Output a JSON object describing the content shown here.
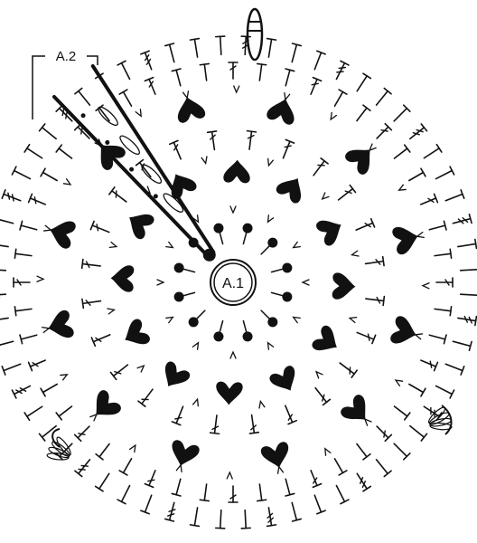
{
  "diagram": {
    "center_label": "A.1",
    "section_label": "A.2",
    "ink_color": "#111111",
    "background_color": "#ffffff",
    "symbols": {
      "center_ring": "magic-ring",
      "chain_stitch": "chain-stitch-v",
      "single_crochet": "single-crochet-t",
      "double_crochet": "double-crochet-cross",
      "petal": "heart-petal",
      "slip_stitch": "slip-stitch-dot",
      "puff": "puff-oval",
      "tail": "yarn-tail"
    }
  }
}
